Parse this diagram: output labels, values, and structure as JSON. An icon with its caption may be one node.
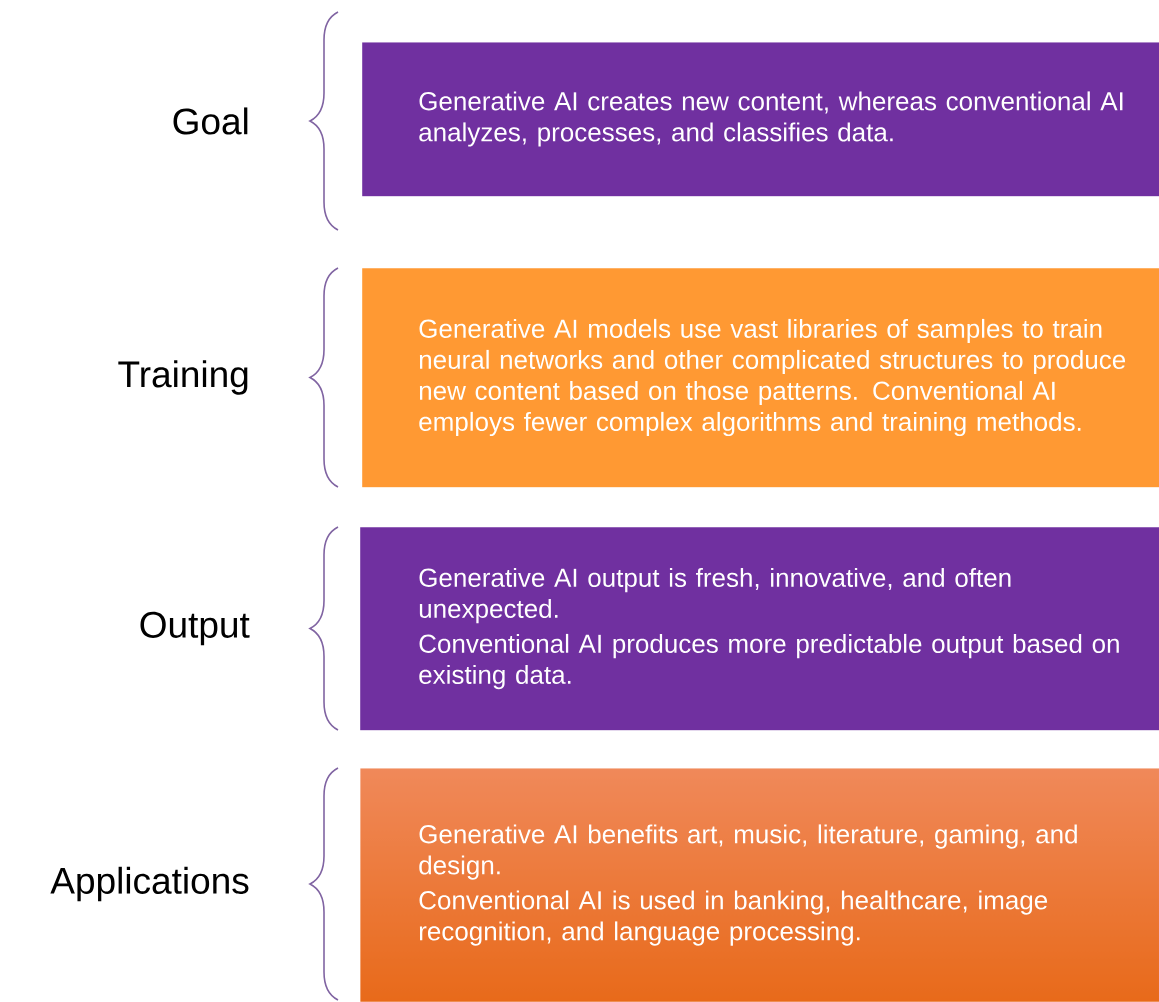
{
  "diagram": {
    "nodes": [
      {
        "text": [
          "Goal",
          "Generative AI creates new content, whereas conventional AI analyzes, processes, and classifies data."
        ]
      },
      {
        "text": [
          "Training",
          "Generative AI models use vast libraries of samples to train neural networks and other complicated structures to produce new content based on those patterns. Conventional AI employs fewer complex algorithms and training methods."
        ]
      },
      {
        "text": [
          "Output",
          "Generative AI output is fresh, innovative, and often unexpected.",
          "Conventional AI produces more predictable output based on existing data."
        ]
      },
      {
        "text": [
          "Applications",
          "Generative AI benefits art, music, literature, gaming, and design.",
          "Conventional AI is used in banking, healthcare, image recognition, and language processing."
        ]
      }
    ]
  }
}
